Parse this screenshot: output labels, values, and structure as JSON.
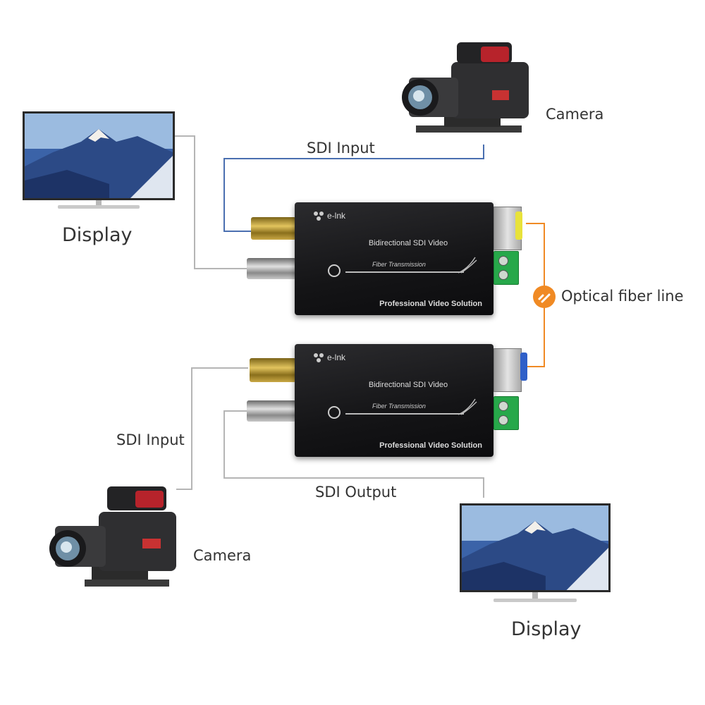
{
  "labels": {
    "display_top_left": "Display",
    "camera_top_right": "Camera",
    "sdi_input_top": "SDI Input",
    "optical_fiber": "Optical fiber line",
    "sdi_input_bottom": "SDI Input",
    "sdi_output_bottom": "SDI Output",
    "camera_bottom_left": "Camera",
    "display_bottom_right": "Display"
  },
  "units": [
    {
      "brand": "e-lnk",
      "title": "Bidirectional SDI Video",
      "fiber_text": "Fiber Transmission",
      "tagline": "Professional Video Solution",
      "sfp_latch_color": "#e8e23a"
    },
    {
      "brand": "e-lnk",
      "title": "Bidirectional SDI Video",
      "fiber_text": "Fiber Transmission",
      "tagline": "Professional Video Solution",
      "sfp_latch_color": "#2f5fc8"
    }
  ],
  "colors": {
    "sdi_input_line": "#4a6fb0",
    "sdi_line": "#b5b5b5",
    "fiber_line": "#f08a24",
    "label_text": "#333333"
  }
}
